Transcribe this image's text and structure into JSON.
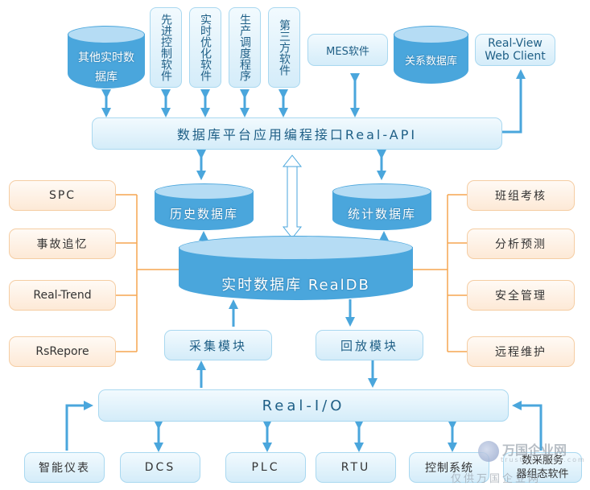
{
  "top_row": {
    "other_rtdb": "其他实时数据库",
    "apc": "先进控制软件",
    "rto": "实时优化软件",
    "scheduling": "生产调度程序",
    "third_party": "第三方软件",
    "mes": "MES软件",
    "relational_db": "关系数据库",
    "web_client_line1": "Real-View",
    "web_client_line2": "Web Client"
  },
  "api_bar": "数据库平台应用编程接口Real-API",
  "history_db": "历史数据库",
  "stats_db": "统计数据库",
  "realdb": "实时数据库 RealDB",
  "left_modules": [
    "SPC",
    "事故追忆",
    "Real-Trend",
    "RsRepore"
  ],
  "right_modules": [
    "班组考核",
    "分析预测",
    "安全管理",
    "远程维护"
  ],
  "collect_module": "采集模块",
  "playback_module": "回放模块",
  "io_bar": "Real-I/O",
  "bottom_row": {
    "smart_meter": "智能仪表",
    "dcs": "DCS",
    "plc": "PLC",
    "rtu": "RTU",
    "control_system": "控制系统",
    "daq_line1": "数采服务",
    "daq_line2": "器组态软件"
  },
  "watermark": {
    "brand": "万国企业网",
    "url": "trustexporter.com",
    "note": "仅供万国企业网"
  },
  "colors": {
    "arrow": "#4aa6dc",
    "orange_line": "#f5a650",
    "cylinder": "#4aa6dc",
    "text_blue": "#1f5f86"
  }
}
